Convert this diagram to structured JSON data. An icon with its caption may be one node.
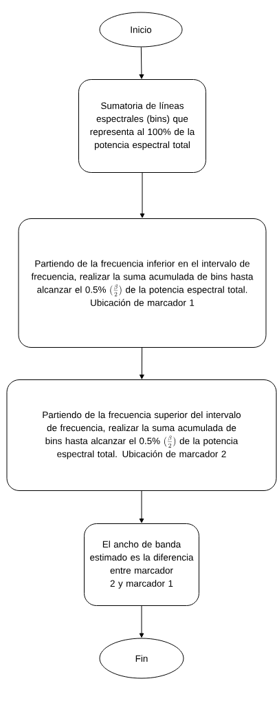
{
  "diagram": {
    "nodes": [
      {
        "text": [
          "Inicio"
        ]
      },
      {
        "text": [
          "Sumatoria de líneas espectrales (bins) que representa al 100% de la potencia espectral total"
        ]
      },
      {
        "text": [
          "Partiendo de la frecuencia inferior en el intervalo de frecuencia, realizar la suma acumulada de bins hasta alcanzar el 0.5%",
          "(\\frac{\\beta}{2})",
          "de la potencia espectral total.",
          "Ubicación de marcador 1"
        ]
      },
      {
        "text": [
          "Partiendo de la frecuencia superior del intervalo de frecuencia, realizar la suma acumulada de bins hasta alcanzar el 0.5%",
          "(\\frac{\\beta}{2})",
          "de la potencia espectral total. Ubicación de marcador 2"
        ]
      },
      {
        "text": [
          "El ancho de banda estimado es la diferencia entre marcador 2 y marcador 1"
        ]
      },
      {
        "text": [
          "Fin"
        ]
      }
    ],
    "edges": [
      {
        "from": 0,
        "to": 1,
        "arrow": "to"
      },
      {
        "from": 1,
        "to": 2,
        "arrow": "to"
      },
      {
        "from": 2,
        "to": 3,
        "arrow": "to"
      },
      {
        "from": 3,
        "to": 4,
        "arrow": "to"
      },
      {
        "from": 4,
        "to": 5,
        "arrow": "to"
      }
    ]
  }
}
